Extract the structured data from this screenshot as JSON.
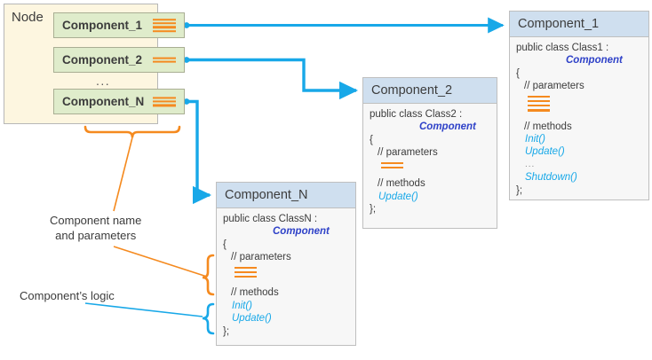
{
  "diagram": {
    "title": "Node component architecture diagram",
    "colors": {
      "node_fill": "#fdf6e0",
      "chip_fill": "#dfeccb",
      "class_header": "#cfdfef",
      "class_body": "#f7f7f7",
      "orange": "#f58a1f",
      "cyan": "#18a8e8",
      "base_class_blue": "#2f42c8",
      "method_blue": "#18a8e8"
    }
  },
  "node": {
    "label": "Node",
    "ellipsis": "...",
    "components": [
      {
        "name": "Component_1",
        "param_bars": 4
      },
      {
        "name": "Component_2",
        "param_bars": 2
      },
      {
        "name": "Component_N",
        "param_bars": 3
      }
    ]
  },
  "class_boxes": [
    {
      "header": "Component_1",
      "declaration": "public class Class1 :",
      "base_class": "Component",
      "open_brace": "{",
      "parameters_comment": "// parameters",
      "param_bars": 4,
      "methods_comment": "// methods",
      "methods": [
        "Init()",
        "Update()",
        "Shutdown()"
      ],
      "methods_ellipsis": "...",
      "close_brace": "};"
    },
    {
      "header": "Component_2",
      "declaration": "public class Class2 :",
      "base_class": "Component",
      "open_brace": "{",
      "parameters_comment": "// parameters",
      "param_bars": 2,
      "methods_comment": "// methods",
      "methods": [
        "Update()"
      ],
      "close_brace": "};"
    },
    {
      "header": "Component_N",
      "declaration": "public class ClassN :",
      "base_class": "Component",
      "open_brace": "{",
      "parameters_comment": "// parameters",
      "param_bars": 3,
      "methods_comment": "// methods",
      "methods": [
        "Init()",
        "Update()"
      ],
      "close_brace": "};"
    }
  ],
  "annotations": {
    "params_line1": "Component name",
    "params_line2": "and parameters",
    "logic": "Component’s logic"
  }
}
